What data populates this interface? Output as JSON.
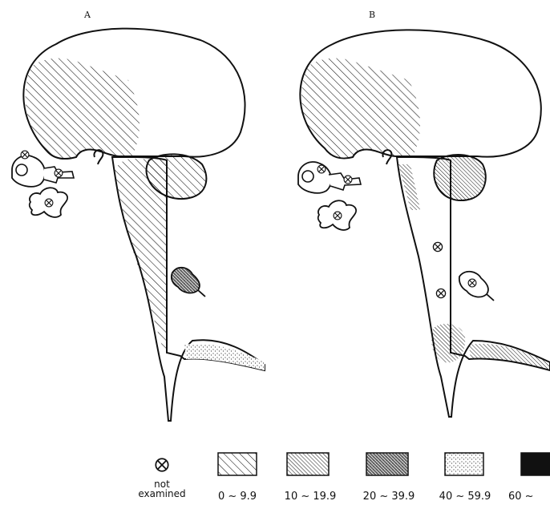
{
  "panels": [
    {
      "label": "A"
    },
    {
      "label": "B"
    }
  ],
  "legend": {
    "not_examined_symbol": "not-examined-circle-cross-icon",
    "not_examined_label_1": "not",
    "not_examined_label_2": "examined",
    "items": [
      {
        "label": "0 ~ 9.9",
        "pattern": "sparse-diagonal-hatch"
      },
      {
        "label": "10 ~ 19.9",
        "pattern": "dense-diagonal-hatch"
      },
      {
        "label": "20 ~ 39.9",
        "pattern": "crosshatch-stipple"
      },
      {
        "label": "40 ~ 59.9",
        "pattern": "fine-stipple"
      },
      {
        "label": "60 ~",
        "pattern": "solid-black"
      }
    ]
  },
  "colors": {
    "ink": "#111111",
    "background": "#ffffff"
  }
}
